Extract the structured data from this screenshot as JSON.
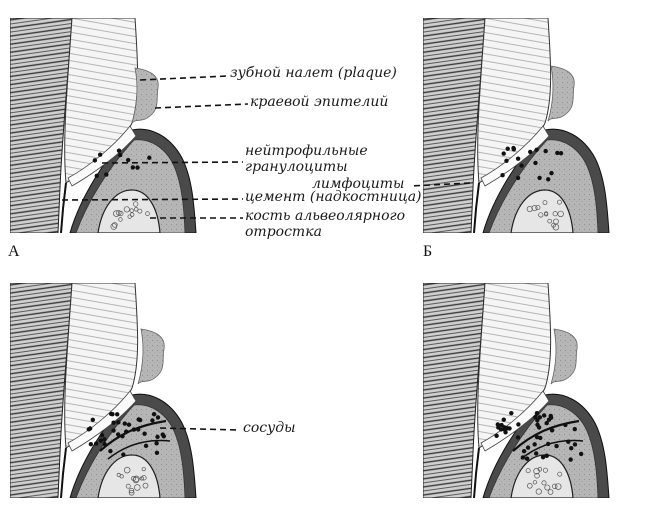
{
  "figure": {
    "panels": [
      {
        "letter": "А"
      },
      {
        "letter": "Б"
      },
      {
        "letter": ""
      },
      {
        "letter": ""
      }
    ],
    "labels": {
      "plaque": "зубной налет (plaque)",
      "marginal_epithelium": "краевой эпителий",
      "neutrophils_1": "нейтрофильные",
      "neutrophils_2": "гранулоциты",
      "lymphocytes": "лимфоциты",
      "cement": "цемент (надкостница)",
      "bone_1": "кость альвеолярного",
      "bone_2": "отростка",
      "vessels": "сосуды"
    },
    "colors": {
      "ink": "#1a1a1a",
      "gum": "#b9b9b9",
      "gum_dark": "#4a4a4a",
      "bone_fill": "#e6e6e6",
      "tooth": "#f4f4f4"
    }
  }
}
